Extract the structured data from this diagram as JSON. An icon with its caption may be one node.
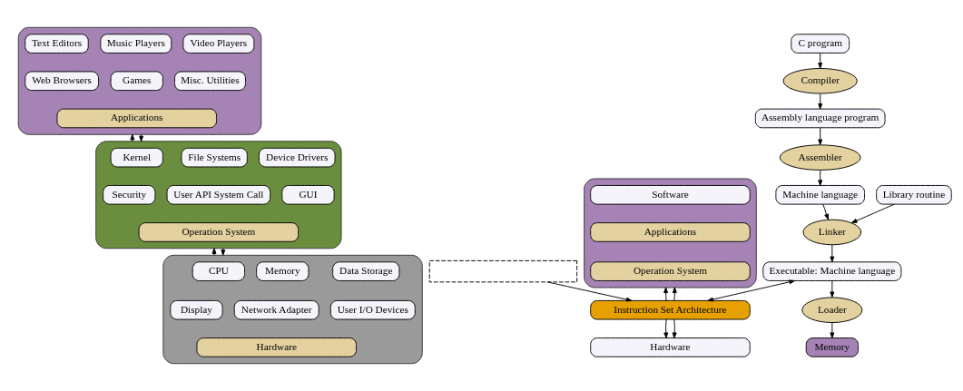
{
  "diagram": {
    "nodes": [
      {
        "text": [],
        "shape": "box"
      },
      {
        "text": [
          "Text Editors"
        ],
        "in": 0
      },
      {
        "text": [
          "Music Players"
        ],
        "in": 0
      },
      {
        "text": [
          "Video Players"
        ],
        "in": 0
      },
      {
        "text": [
          "Web Browsers"
        ],
        "in": 0
      },
      {
        "text": [
          "Games"
        ],
        "in": 0
      },
      {
        "text": [
          "Misc. Utilities"
        ],
        "in": 0
      },
      {
        "text": [
          "Applications"
        ],
        "in": 0
      },
      {
        "text": [],
        "shape": "box"
      },
      {
        "text": [
          "Kernel"
        ],
        "in": 8
      },
      {
        "text": [
          "File Systems"
        ],
        "in": 8
      },
      {
        "text": [
          "Device Drivers"
        ],
        "in": 8
      },
      {
        "text": [
          "Security"
        ],
        "in": 8
      },
      {
        "text": [
          "User API System Call"
        ],
        "in": 8
      },
      {
        "text": [
          "GUI"
        ],
        "in": 8
      },
      {
        "text": [
          "Operation System"
        ],
        "in": 8
      },
      {
        "text": [],
        "shape": "box"
      },
      {
        "text": [
          "CPU"
        ],
        "in": 16
      },
      {
        "text": [
          "Memory"
        ],
        "in": 16
      },
      {
        "text": [
          "Data Storage"
        ],
        "in": 16
      },
      {
        "text": [
          "Display"
        ],
        "in": 16
      },
      {
        "text": [
          "Network Adapter"
        ],
        "in": 16
      },
      {
        "text": [
          "User I/O Devices"
        ],
        "in": 16
      },
      {
        "text": [
          "Hardware"
        ],
        "in": 16
      },
      {
        "text": [],
        "shape": "box"
      },
      {
        "text": [],
        "shape": "box"
      },
      {
        "text": [
          "Software"
        ],
        "in": 25
      },
      {
        "text": [
          "Applications"
        ],
        "in": 25
      },
      {
        "text": [
          "Operation System"
        ],
        "in": 25
      },
      {
        "text": [
          "Instruction Set Architecture"
        ]
      },
      {
        "text": [
          "Hardware"
        ]
      },
      {
        "text": [
          "C program"
        ]
      },
      {
        "text": [
          "Compiler"
        ]
      },
      {
        "text": [
          "Assembly language program"
        ]
      },
      {
        "text": [
          "Assembler"
        ]
      },
      {
        "text": [
          "Machine language"
        ]
      },
      {
        "text": [
          "Library routine"
        ]
      },
      {
        "text": [
          "Linker"
        ]
      },
      {
        "text": [
          "Executable: Machine language"
        ]
      },
      {
        "text": [
          "Loader"
        ]
      },
      {
        "text": [
          "Memory"
        ]
      }
    ],
    "edges": [
      {
        "from": 8,
        "to": 0,
        "arrow": "to"
      },
      {
        "from": 0,
        "to": 8,
        "arrow": "to"
      },
      {
        "from": 16,
        "to": 8,
        "arrow": "to"
      },
      {
        "from": 8,
        "to": 16,
        "arrow": "to"
      },
      {
        "from": 24,
        "to": 29,
        "arrow": "to"
      },
      {
        "from": 29,
        "to": 25,
        "arrow": "to"
      },
      {
        "from": 29,
        "to": 25,
        "arrow": "to"
      },
      {
        "from": 29,
        "to": 30,
        "arrow": "to"
      },
      {
        "from": 29,
        "to": 30,
        "arrow": "to"
      },
      {
        "from": 29,
        "to": 38,
        "arrow": "both"
      },
      {
        "from": 31,
        "to": 32,
        "arrow": "to"
      },
      {
        "from": 32,
        "to": 33,
        "arrow": "to"
      },
      {
        "from": 33,
        "to": 34,
        "arrow": "to"
      },
      {
        "from": 34,
        "to": 35,
        "arrow": "to"
      },
      {
        "from": 35,
        "to": 37,
        "arrow": "to"
      },
      {
        "from": 36,
        "to": 37,
        "arrow": "to"
      },
      {
        "from": 37,
        "to": 38,
        "arrow": "to"
      },
      {
        "from": 38,
        "to": 39,
        "arrow": "to"
      },
      {
        "from": 39,
        "to": 40,
        "arrow": "to"
      }
    ]
  }
}
